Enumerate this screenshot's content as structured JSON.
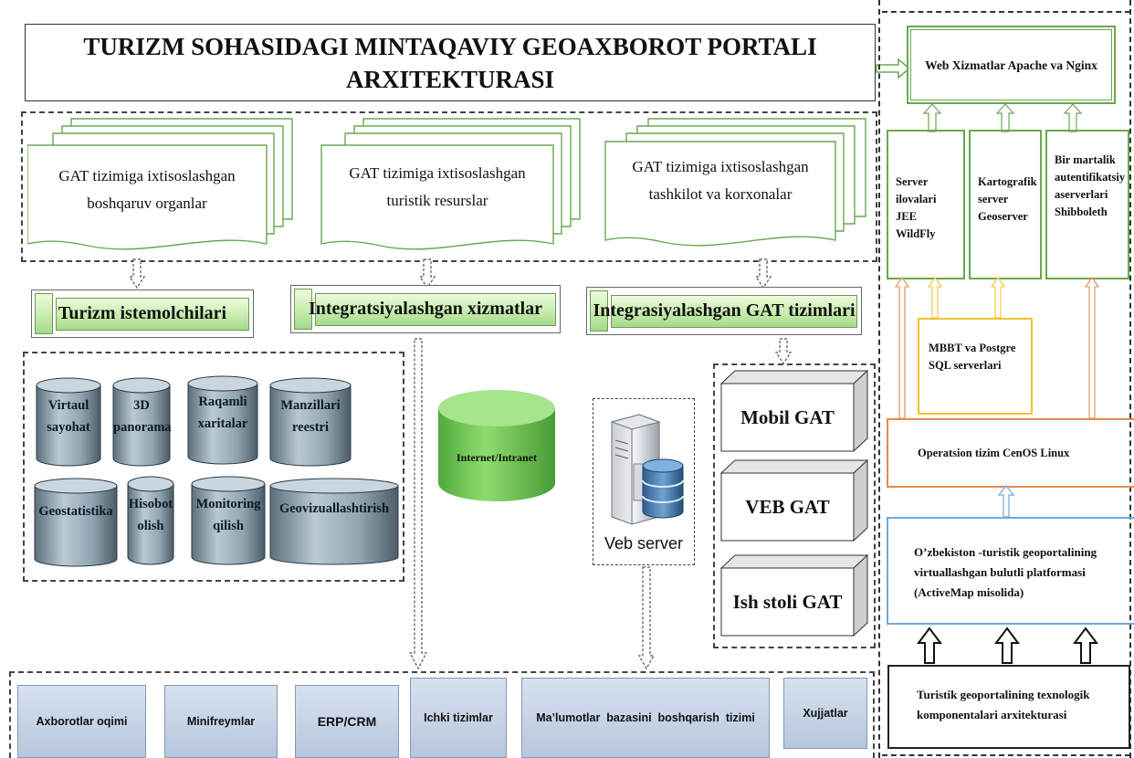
{
  "title": {
    "line1": "TURIZM SOHASIDAGI MINTAQAVIY GEOAXBOROT PORTALI",
    "line2": "ARXITEKTURASI"
  },
  "documents": [
    {
      "line1": "GAT tizimiga ixtisoslashgan",
      "line2": "boshqaruv organlar"
    },
    {
      "line1": "GAT tizimiga ixtisoslashgan",
      "line2": "turistik resurslar"
    },
    {
      "line1": "GAT tizimiga ixtisoslashgan",
      "line2": "tashkilot va korxonalar"
    }
  ],
  "banners": [
    "Turizm istemolchilari",
    "Integratsiyalashgan xizmatlar",
    "Integrasiyalashgan GAT tizimlari"
  ],
  "consumers": [
    {
      "line1": "Virtaul",
      "line2": "sayohat"
    },
    {
      "line1": "3D",
      "line2": "panorama"
    },
    {
      "line1": "Raqamli",
      "line2": "xaritalar"
    },
    {
      "line1": "Manzillari",
      "line2": "reestri"
    },
    {
      "line1": "Geostatistika",
      "line2": ""
    },
    {
      "line1": "Hisobot",
      "line2": "olish"
    },
    {
      "line1": "Monitoring",
      "line2": "qilish"
    },
    {
      "line1": "Geovizuallashtirish",
      "line2": ""
    }
  ],
  "network": {
    "label": "Internet/Intranet"
  },
  "web_server": {
    "label": "Veb server"
  },
  "gat_systems": [
    "Mobil GAT",
    "VEB GAT",
    "Ish stoli GAT"
  ],
  "bottom_systems": [
    "Axborotlar oqimi",
    "Minifreymlar",
    "ERP/CRM",
    "Ichki tizimlar",
    "Ma’lumotlar  bazasini  boshqarish  tizimi",
    "Xujjatlar"
  ],
  "right_panel": {
    "web_services": "Web Xizmatlar Apache va Nginx",
    "server_apps": {
      "line1": "Server",
      "line2": "ilovalari",
      "line3": "JEE WildFly"
    },
    "carto_server": {
      "line1": "Kartografik",
      "line2": "server",
      "line3": "Geoserver"
    },
    "auth_server": {
      "line1": "Bir martalik",
      "line2": "autentifikatsiy",
      "line3": "aserverlari",
      "line4": "Shibboleth"
    },
    "db_servers": {
      "line1": "MBBT va Postgre",
      "line2": "SQL serverlari"
    },
    "os": "Operatsion tizim CenOS Linux",
    "cloud": {
      "line1": "O’zbekiston -turistik geoportalining",
      "line2": "virtuallashgan bulutli platformasi",
      "line3": "(ActiveMap misolida)"
    },
    "tech_components": {
      "line1": "Turistik geoportalining texnologik",
      "line2": "komponentalari arxitekturasi"
    }
  },
  "colors": {
    "green_border": "#6aa84f",
    "orange_border": "#e8894e",
    "yellow_border": "#f1c232",
    "blue_border": "#6fa8dc",
    "cylinder_fill": "#9fb3c0",
    "network_fill": "#8bd46a"
  }
}
